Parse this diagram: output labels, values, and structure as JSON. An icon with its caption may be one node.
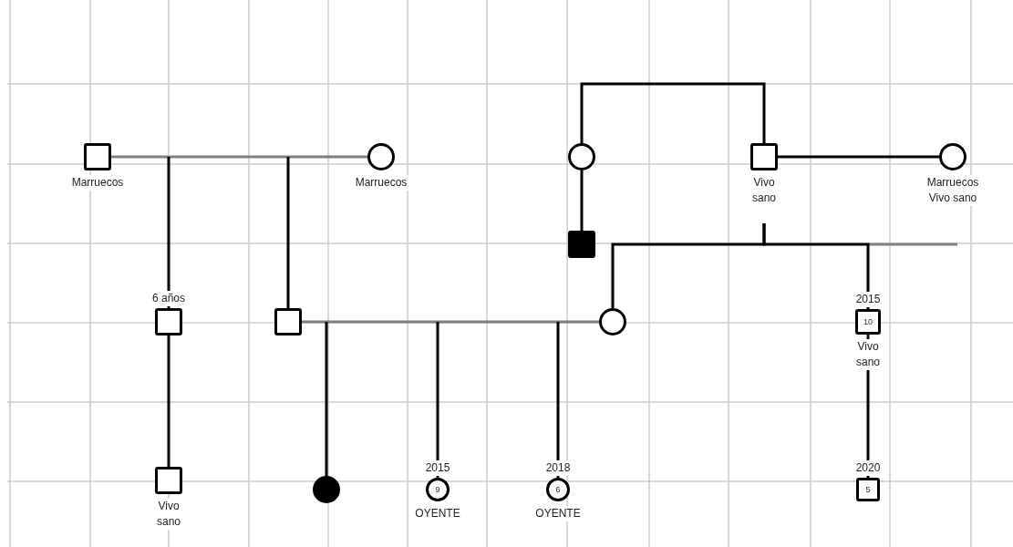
{
  "diagram": {
    "nodes": [
      {
        "text": [],
        "shape": "box",
        "beside": [
          "Marruecos"
        ]
      },
      {
        "text": [],
        "shape": "circle",
        "beside": [
          "Marruecos"
        ]
      },
      {
        "text": [],
        "shape": "circle"
      },
      {
        "text": [],
        "shape": "box",
        "beside": [
          "Vivo sano"
        ]
      },
      {
        "text": [],
        "shape": "circle",
        "beside": [
          "Marruecos Vivo sano"
        ]
      },
      {
        "text": [],
        "shape": "box"
      },
      {
        "text": [],
        "shape": "box",
        "beside": [
          "6 años"
        ]
      },
      {
        "text": [],
        "shape": "box"
      },
      {
        "text": [],
        "shape": "circle"
      },
      {
        "text": [
          "10"
        ],
        "beside": [
          "2015",
          "Vivo sano"
        ]
      },
      {
        "text": [],
        "shape": "box",
        "beside": [
          "Vivo sano"
        ]
      },
      {
        "text": [],
        "shape": "circle"
      },
      {
        "text": [
          "9"
        ],
        "beside": [
          "2015",
          "OYENTE"
        ]
      },
      {
        "text": [
          "6"
        ],
        "beside": [
          "2018",
          "OYENTE"
        ]
      },
      {
        "text": [
          "5"
        ],
        "beside": [
          "2020"
        ]
      }
    ],
    "edges": [
      {
        "from": 0,
        "to": 1,
        "arrow": "none",
        "color": "#808080"
      },
      {
        "from": null,
        "to": 6,
        "arrow": "none"
      },
      {
        "from": null,
        "to": 7,
        "arrow": "none"
      },
      {
        "from": 2,
        "to": 3,
        "arrow": "none"
      },
      {
        "from": 3,
        "to": 4,
        "arrow": "none"
      },
      {
        "from": 2,
        "to": 5,
        "arrow": "none"
      },
      {
        "from": null,
        "to": 8,
        "arrow": "none"
      },
      {
        "from": null,
        "to": 9,
        "arrow": "none"
      },
      {
        "from": 7,
        "to": 8,
        "arrow": "none",
        "color": "#808080"
      },
      {
        "from": null,
        "to": 11,
        "arrow": "none"
      },
      {
        "from": null,
        "to": 12,
        "arrow": "none"
      },
      {
        "from": null,
        "to": 13,
        "arrow": "none"
      },
      {
        "from": 6,
        "to": 10,
        "arrow": "none"
      },
      {
        "from": 9,
        "to": 14,
        "arrow": "none"
      }
    ]
  }
}
